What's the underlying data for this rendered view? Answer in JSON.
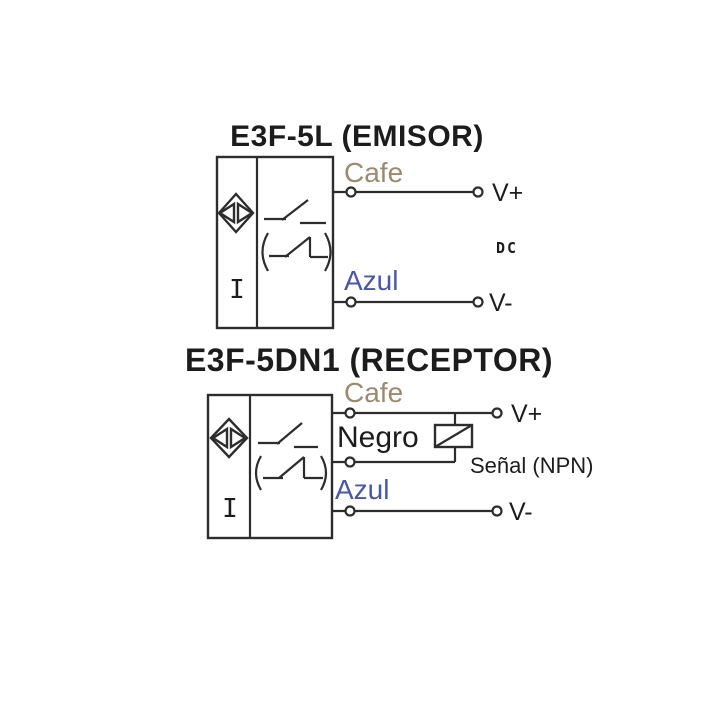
{
  "canvas": {
    "background": "#ffffff"
  },
  "colors": {
    "line": "#2d2d2d",
    "title_text": "#1c1c1c",
    "black_label": "#1c1c1c",
    "cafe": "#9c8a70",
    "azul": "#4a57a4"
  },
  "emitter": {
    "title": "E3F-5L (EMISOR)",
    "sensor_letter": "I",
    "wires": {
      "top_color_label": "Cafe",
      "bottom_color_label": "Azul"
    },
    "terminals": {
      "positive": "V+",
      "negative": "V-"
    },
    "supply_type": "DC"
  },
  "receiver": {
    "title": "E3F-5DN1 (RECEPTOR)",
    "sensor_letter": "I",
    "wires": {
      "top_color_label": "Cafe",
      "middle_color_label": "Negro",
      "bottom_color_label": "Azul"
    },
    "terminals": {
      "positive": "V+",
      "negative": "V-"
    },
    "signal_label": "Señal (NPN)"
  }
}
